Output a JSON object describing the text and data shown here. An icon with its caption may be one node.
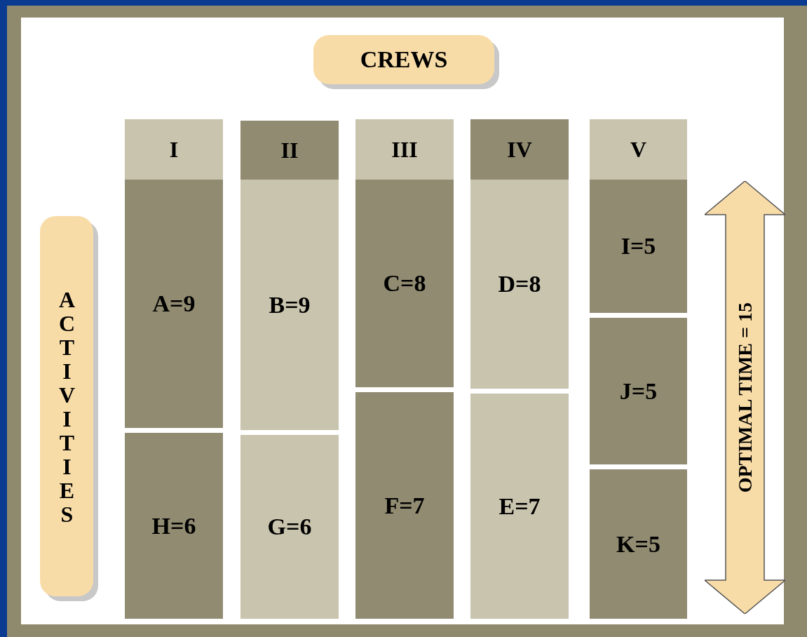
{
  "diagram": {
    "nodes": [
      {
        "text": [
          "CREWS"
        ]
      },
      {
        "text": [
          "ACTIVITIES"
        ]
      },
      {
        "text": [
          "I"
        ]
      },
      {
        "text": [
          "II"
        ]
      },
      {
        "text": [
          "III"
        ]
      },
      {
        "text": [
          "IV"
        ]
      },
      {
        "text": [
          "V"
        ]
      },
      {
        "text": [
          "A=9"
        ]
      },
      {
        "text": [
          "H=6"
        ]
      },
      {
        "text": [
          "B=9"
        ]
      },
      {
        "text": [
          "G=6"
        ]
      },
      {
        "text": [
          "C=8"
        ]
      },
      {
        "text": [
          "F=7"
        ]
      },
      {
        "text": [
          "D=8"
        ]
      },
      {
        "text": [
          "E=7"
        ]
      },
      {
        "text": [
          "I=5"
        ]
      },
      {
        "text": [
          "J=5"
        ]
      },
      {
        "text": [
          "K=5"
        ]
      },
      {
        "text": [
          "OPTIMAL TIME = 15"
        ]
      }
    ]
  }
}
